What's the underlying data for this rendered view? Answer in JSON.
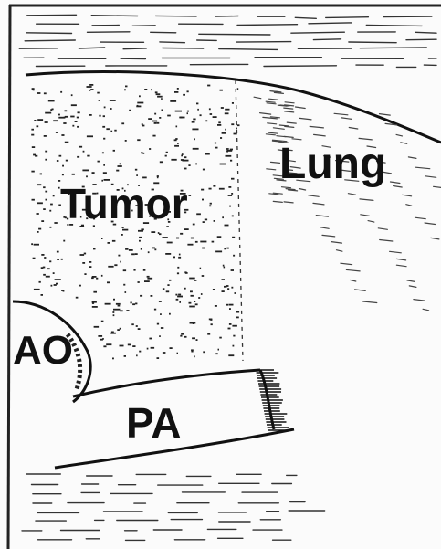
{
  "labels": {
    "lung": "Lung",
    "tumor": "Tumor",
    "aorta": "AO",
    "pulmonary_artery": "PA"
  },
  "colors": {
    "ink": "#111111",
    "paper": "#fbfbfb"
  }
}
